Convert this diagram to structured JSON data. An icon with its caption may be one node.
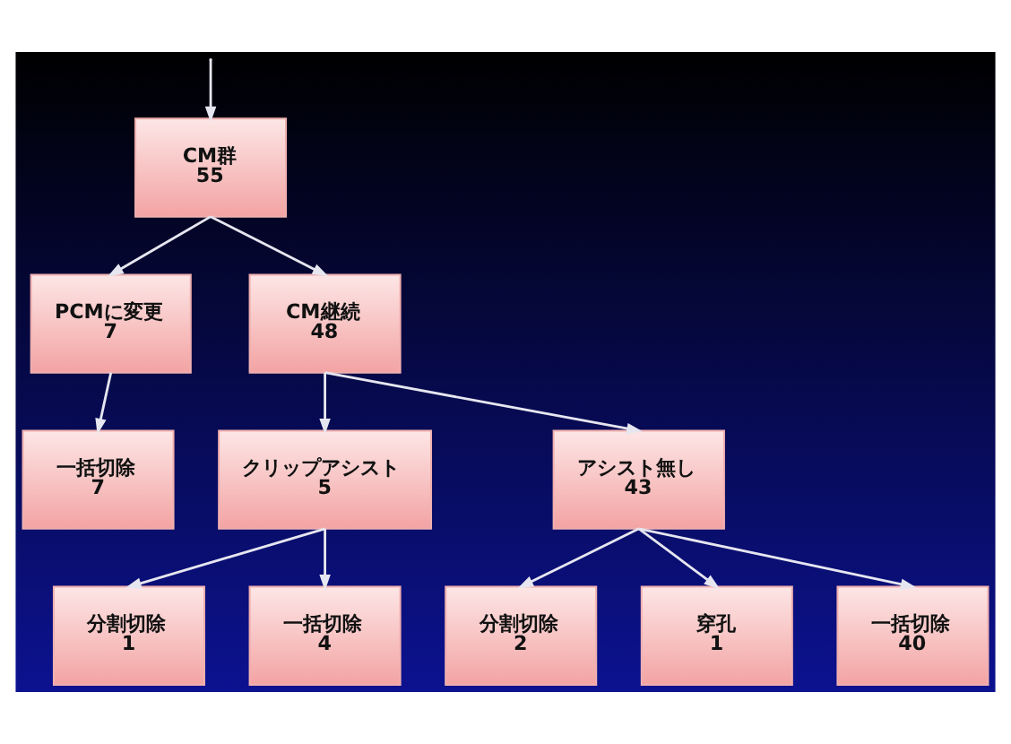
{
  "diagram": {
    "nodes": [
      {
        "text": [
          "CM群",
          "55"
        ]
      },
      {
        "text": [
          "PCMに変更",
          "7"
        ]
      },
      {
        "text": [
          "CM継続",
          "48"
        ]
      },
      {
        "text": [
          "一括切除",
          "7"
        ]
      },
      {
        "text": [
          "クリップアシスト",
          "5"
        ]
      },
      {
        "text": [
          "アシスト無し",
          "43"
        ]
      },
      {
        "text": [
          "分割切除",
          "1"
        ]
      },
      {
        "text": [
          "一括切除",
          "4"
        ]
      },
      {
        "text": [
          "分割切除",
          "2"
        ]
      },
      {
        "text": [
          "穿孔",
          "1"
        ]
      },
      {
        "text": [
          "一括切除",
          "40"
        ]
      }
    ],
    "edges": [
      {
        "from": null,
        "to": 0,
        "arrow": "to"
      },
      {
        "from": 0,
        "to": 1,
        "arrow": "to"
      },
      {
        "from": 0,
        "to": 2,
        "arrow": "to"
      },
      {
        "from": 1,
        "to": 3,
        "arrow": "to"
      },
      {
        "from": 2,
        "to": 4,
        "arrow": "to"
      },
      {
        "from": 2,
        "to": 5,
        "arrow": "to"
      },
      {
        "from": 4,
        "to": 6,
        "arrow": "to"
      },
      {
        "from": 4,
        "to": 7,
        "arrow": "to"
      },
      {
        "from": 5,
        "to": 8,
        "arrow": "to"
      },
      {
        "from": 5,
        "to": 9,
        "arrow": "to"
      },
      {
        "from": 5,
        "to": 10,
        "arrow": "to"
      }
    ]
  }
}
